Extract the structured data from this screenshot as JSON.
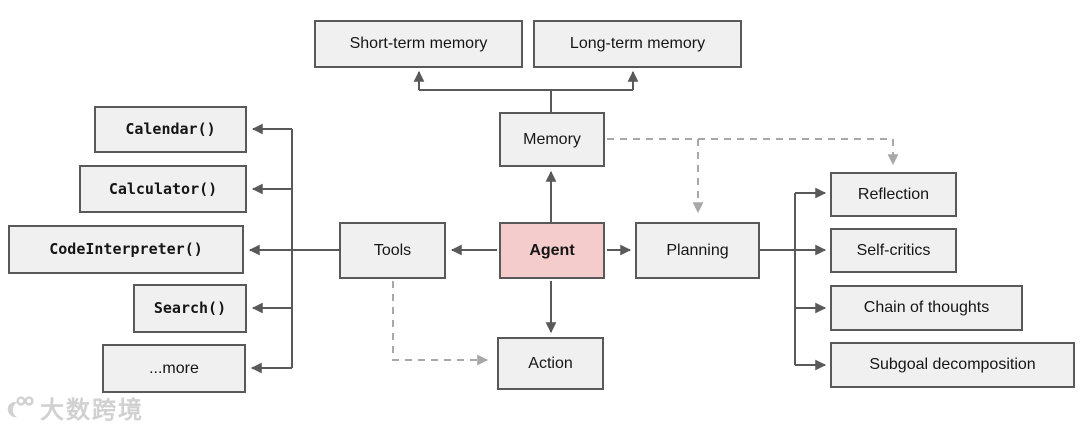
{
  "title": "LLM agent overview diagram",
  "colors": {
    "background": "#ffffff",
    "node_fill": "#f0f0f0",
    "node_border": "#595959",
    "agent_fill": "#f5cccc",
    "solid_line": "#595959",
    "dashed_line": "#a8a8a8",
    "text": "#151515",
    "watermark": "#c9c9c9"
  },
  "nodes": {
    "short_term_memory": {
      "label": "Short-term memory"
    },
    "long_term_memory": {
      "label": "Long-term memory"
    },
    "memory": {
      "label": "Memory"
    },
    "calendar": {
      "label": "Calendar()"
    },
    "calculator": {
      "label": "Calculator()"
    },
    "code_interpreter": {
      "label": "CodeInterpreter()"
    },
    "search": {
      "label": "Search()"
    },
    "more": {
      "label": "...more"
    },
    "tools": {
      "label": "Tools"
    },
    "agent": {
      "label": "Agent"
    },
    "planning": {
      "label": "Planning"
    },
    "action": {
      "label": "Action"
    },
    "reflection": {
      "label": "Reflection"
    },
    "self_critics": {
      "label": "Self-critics"
    },
    "chain_of_thoughts": {
      "label": "Chain of thoughts"
    },
    "subgoal_decomposition": {
      "label": "Subgoal decomposition"
    }
  },
  "edges": [
    {
      "from": "memory",
      "to": "short_term_memory",
      "style": "solid-arrow"
    },
    {
      "from": "memory",
      "to": "long_term_memory",
      "style": "solid-arrow"
    },
    {
      "from": "agent",
      "to": "memory",
      "style": "solid-arrow"
    },
    {
      "from": "agent",
      "to": "tools",
      "style": "solid-arrow"
    },
    {
      "from": "agent",
      "to": "planning",
      "style": "solid-arrow"
    },
    {
      "from": "agent",
      "to": "action",
      "style": "solid-arrow"
    },
    {
      "from": "tools",
      "to": "calendar",
      "style": "solid-arrow"
    },
    {
      "from": "tools",
      "to": "calculator",
      "style": "solid-arrow"
    },
    {
      "from": "tools",
      "to": "code_interpreter",
      "style": "solid-arrow"
    },
    {
      "from": "tools",
      "to": "search",
      "style": "solid-arrow"
    },
    {
      "from": "tools",
      "to": "more",
      "style": "solid-arrow"
    },
    {
      "from": "planning",
      "to": "reflection",
      "style": "solid-arrow"
    },
    {
      "from": "planning",
      "to": "self_critics",
      "style": "solid-arrow"
    },
    {
      "from": "planning",
      "to": "chain_of_thoughts",
      "style": "solid-arrow"
    },
    {
      "from": "planning",
      "to": "subgoal_decomposition",
      "style": "solid-arrow"
    },
    {
      "from": "memory",
      "to": "planning",
      "style": "dashed-arrow"
    },
    {
      "from": "memory",
      "to": "reflection",
      "style": "dashed-arrow"
    },
    {
      "from": "tools",
      "to": "action",
      "style": "dashed-arrow"
    }
  ],
  "watermark": {
    "text": "大数跨境"
  }
}
